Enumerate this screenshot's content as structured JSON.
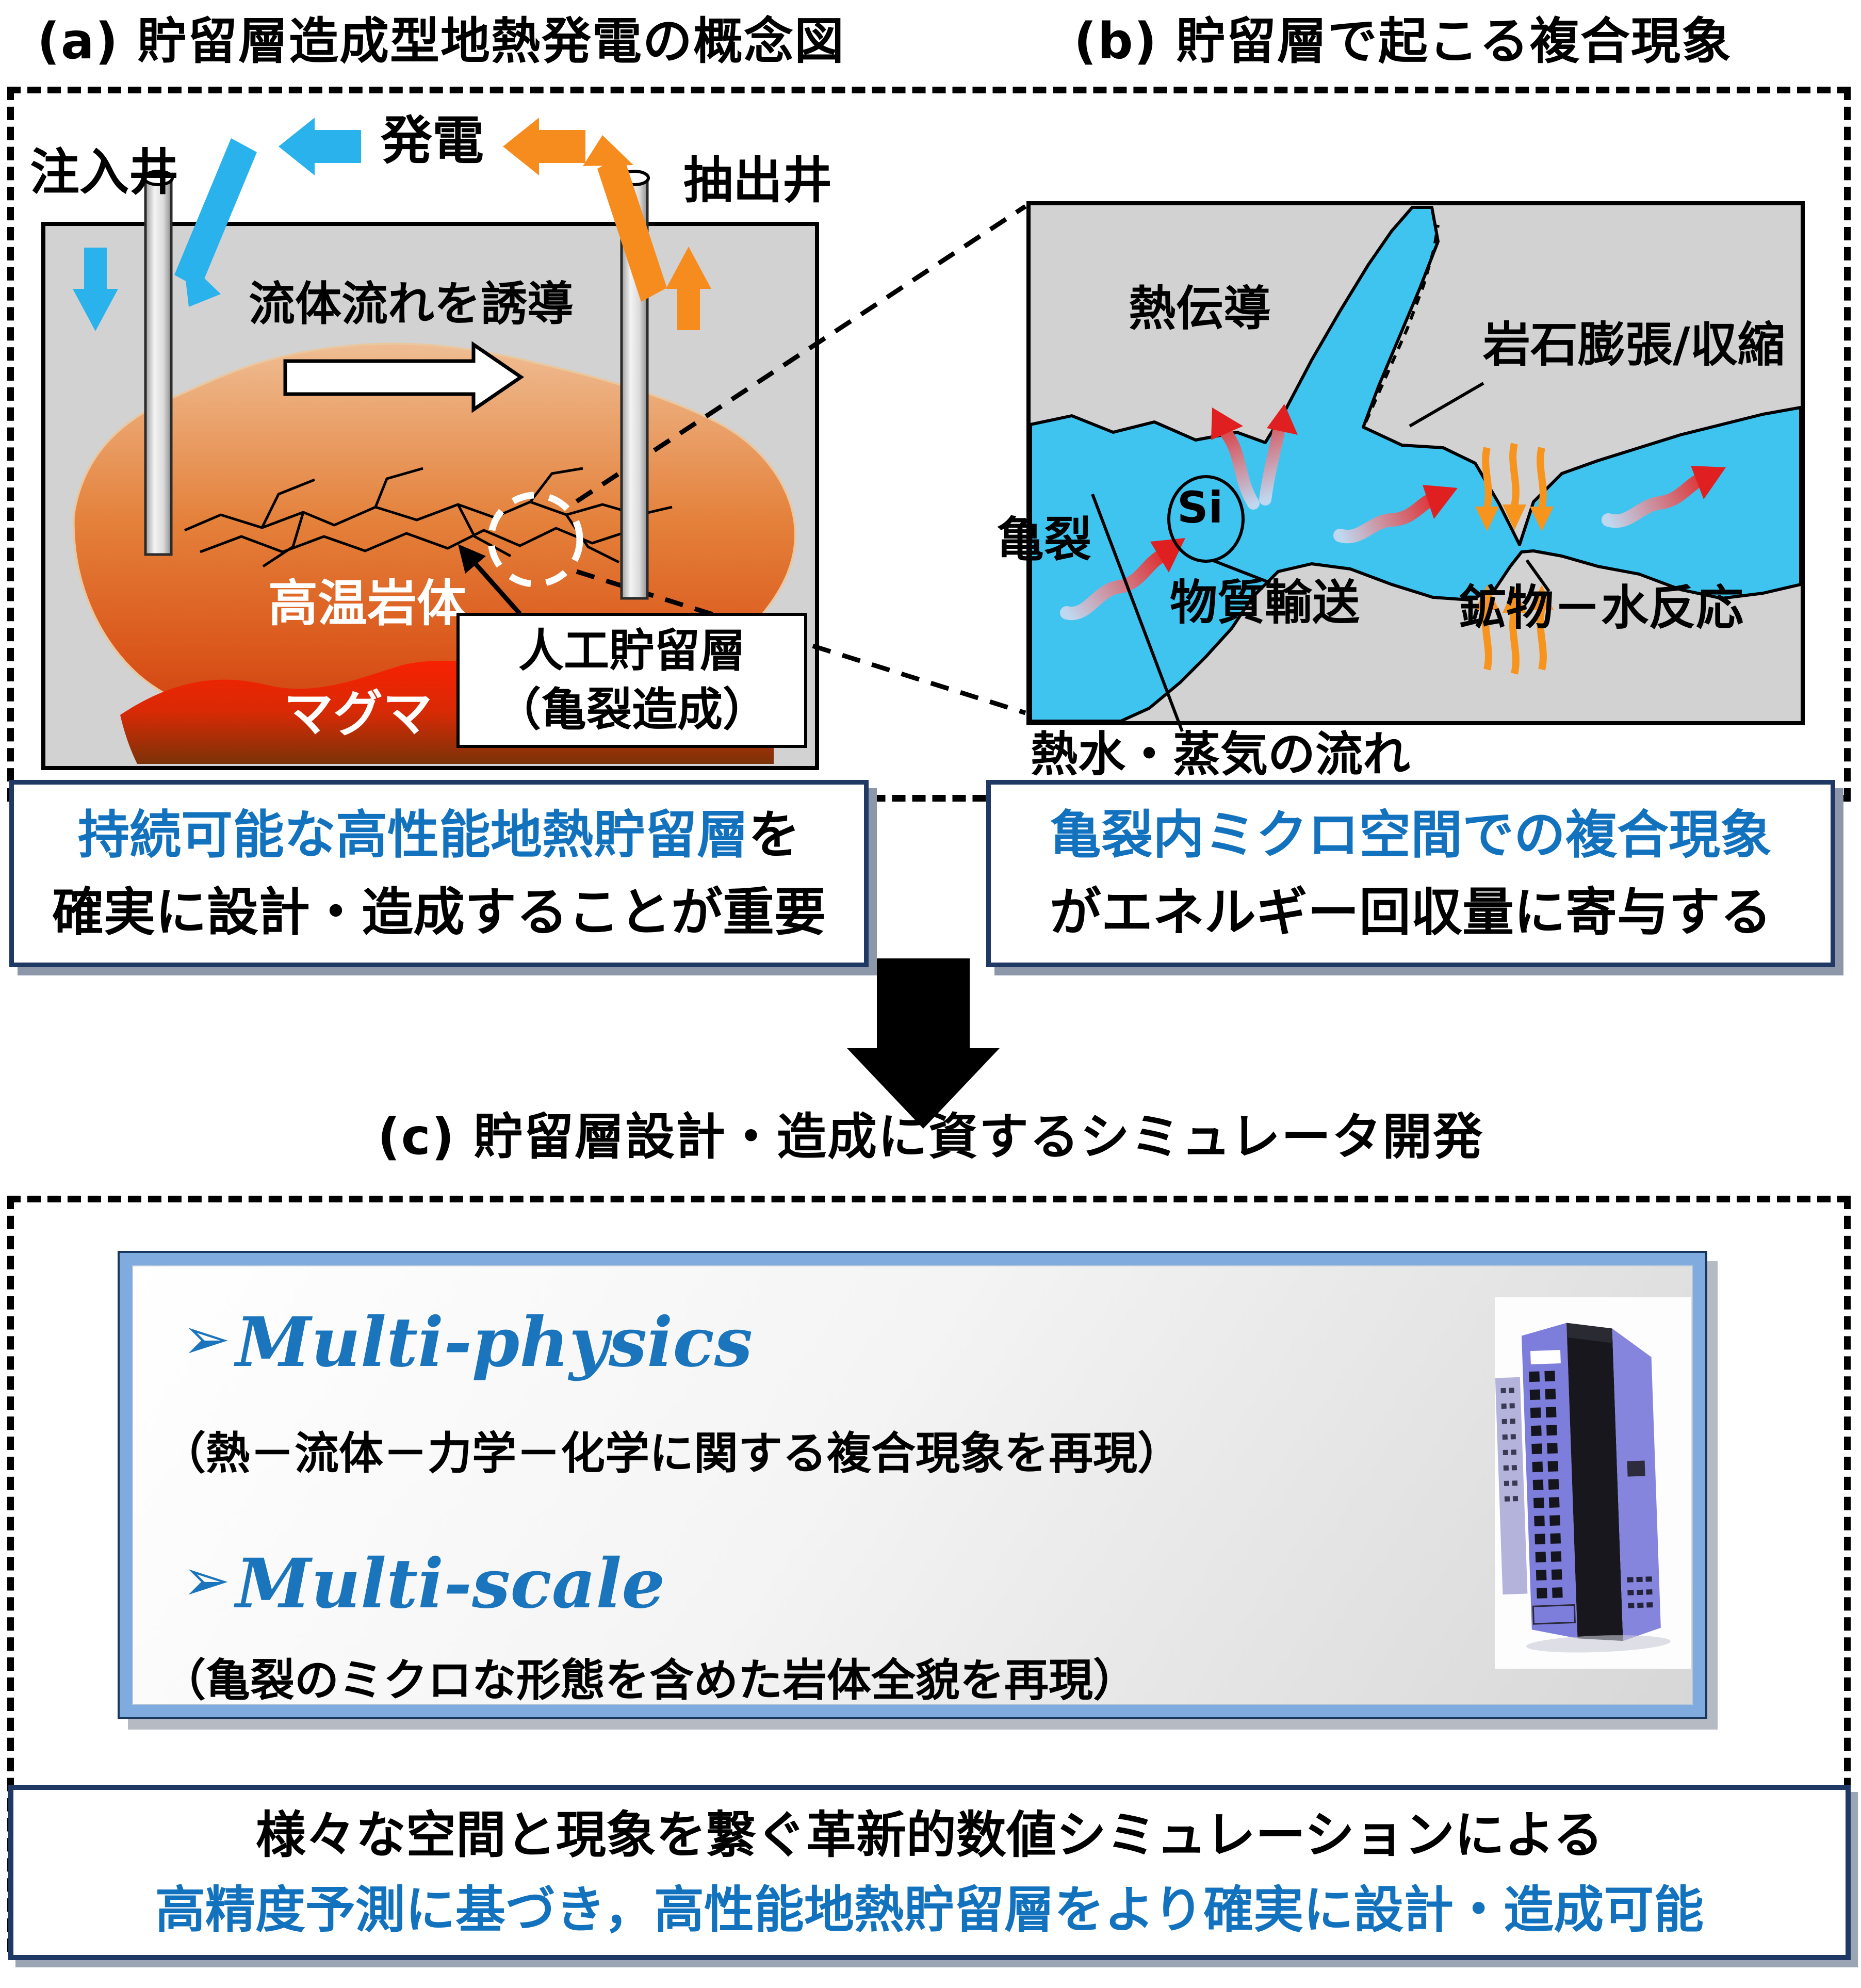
{
  "panel_a": {
    "title": "(a) 貯留層造成型地熱発電の概念図",
    "labels": {
      "injection_well": "注入井",
      "power_generation": "発電",
      "extraction_well": "抽出井",
      "induce_flow": "流体流れを誘導",
      "hot_rock": "高温岩体",
      "magma": "マグマ",
      "reservoir_line1": "人工貯留層",
      "reservoir_line2": "（亀裂造成）"
    }
  },
  "panel_b": {
    "title": "(b) 貯留層で起こる複合現象",
    "labels": {
      "heat_conduction": "熱伝導",
      "rock_expansion": "岩石膨張/収縮",
      "si": "Si",
      "crack": "亀裂",
      "mass_transport": "物質輸送",
      "mineral_water_reaction": "鉱物－水反応",
      "hot_water_steam_flow": "熱水・蒸気の流れ"
    }
  },
  "summary_a": {
    "line1_blue": "持続可能な高性能地熱貯留層",
    "line1_black": "を",
    "line2": "確実に設計・造成することが重要"
  },
  "summary_b": {
    "line1_blue": "亀裂内ミクロ空間での複合現象",
    "line2": "がエネルギー回収量に寄与する"
  },
  "panel_c": {
    "title": "(c) 貯留層設計・造成に資するシミュレータ開発",
    "bullet1": "Multi-physics",
    "bullet1_desc": "（熱－流体－力学－化学に関する複合現象を再現）",
    "bullet2": "Multi-scale",
    "bullet2_desc": "（亀裂のミクロな形態を含めた岩体全貌を再現）"
  },
  "conclusion": {
    "line1": "様々な空間と現象を繋ぐ革新的数値シミュレーションによる",
    "line2": "高精度予測に基づき，高性能地熱貯留層をより確実に設計・造成可能"
  },
  "icons": {
    "bullet": "➢"
  },
  "colors": {
    "blue_text": "#1372BE",
    "cyan_arrow": "#29B2EC",
    "orange_arrow": "#F78C1E",
    "fracture_blue": "#3FC4F0",
    "ground_gray": "#D2D2D2",
    "navy_border": "#1F3864",
    "frame_blue": "#7FABDE"
  }
}
